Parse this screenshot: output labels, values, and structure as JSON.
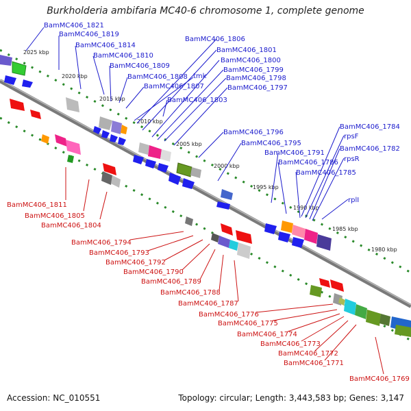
{
  "title": "Burkholderia ambifaria MC40-6 chromosome 1, complete genome",
  "footer": {
    "accession": "Accession: NC_010551",
    "summary": "Topology: circular; Length: 3,443,583 bp; Genes: 3,147"
  },
  "kbp_labels": [
    "2025 kbp",
    "2020 kbp",
    "2015 kbp",
    "2010 kbp",
    "2005 kbp",
    "2000 kbp",
    "1995 kbp",
    "1990 kbp",
    "1985 kbp",
    "1980 kbp"
  ],
  "forward_gene_labels": [
    "BamMC406_1821",
    "BamMC406_1819",
    "BamMC406_1814",
    "BamMC406_1810",
    "BamMC406_1809",
    "BamMC406_1808",
    "BamMC406_1807",
    "tmk",
    "BamMC406_1806",
    "BamMC406_1801",
    "BamMC406_1800",
    "BamMC406_1799",
    "BamMC406_1798",
    "BamMC406_1797",
    "BamMC406_1803",
    "BamMC406_1796",
    "BamMC406_1795",
    "BamMC406_1791",
    "BamMC406_1786",
    "BamMC406_1785",
    "BamMC406_1784",
    "rpsF",
    "BamMC406_1782",
    "rpsR",
    "rplI"
  ],
  "reverse_gene_labels": [
    "BamMC406_1811",
    "BamMC406_1805",
    "BamMC406_1804",
    "BamMC406_1794",
    "BamMC406_1793",
    "BamMC406_1792",
    "BamMC406_1790",
    "BamMC406_1789",
    "BamMC406_1788",
    "BamMC406_1787",
    "BamMC406_1776",
    "BamMC406_1775",
    "BamMC406_1774",
    "BamMC406_1773",
    "BamMC406_1772",
    "BamMC406_1771",
    "BamMC406_1769"
  ],
  "colors": {
    "forward": "#1a1acc",
    "reverse": "#cc1111",
    "backbone": "#7a7a7a",
    "tick_dots": "#2a8a2a"
  }
}
